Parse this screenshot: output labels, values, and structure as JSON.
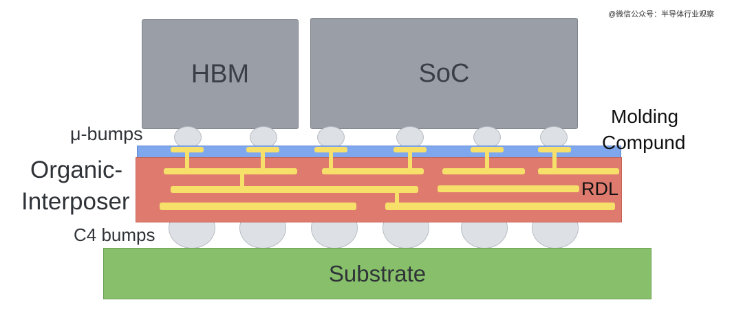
{
  "watermark": "@微信公众号：半导体行业观察",
  "dies": {
    "hbm": "HBM",
    "soc": "SoC"
  },
  "labels": {
    "mu_bumps": "μ-bumps",
    "molding_1": "Molding",
    "molding_2": "Compund",
    "interposer_1": "Organic-",
    "interposer_2": "Interposer",
    "rdl": "RDL",
    "c4_bumps": "C4 bumps",
    "substrate": "Substrate"
  },
  "colors": {
    "die": "#9a9ea6",
    "molding": "#7fa7ee",
    "interposer": "#df7b6e",
    "rdl": "#f6e06a",
    "bump": "#dde1e5",
    "substrate": "#87bf6b"
  }
}
